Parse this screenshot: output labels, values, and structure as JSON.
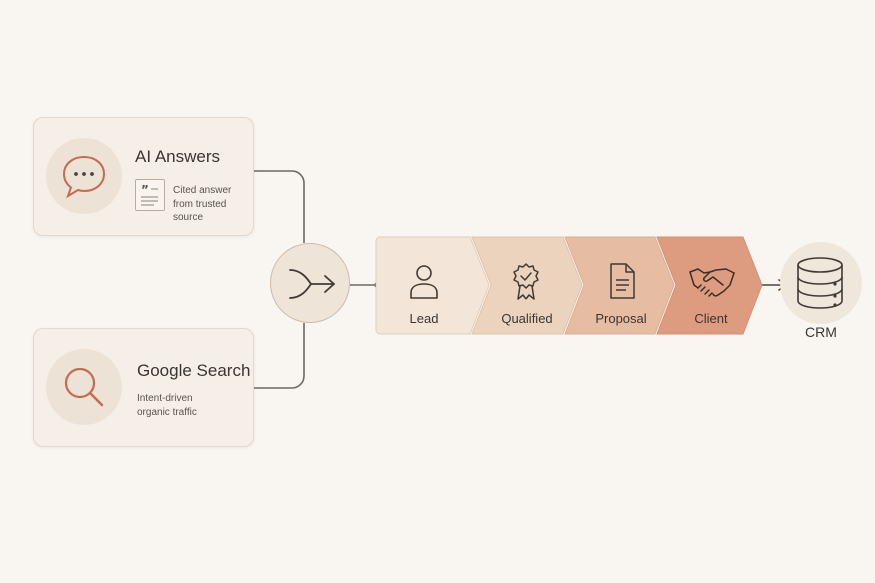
{
  "colors": {
    "background": "#f9f5f0",
    "accent": "#c76b4f",
    "stage_fills": [
      "#f3e6d8",
      "#ecd3bd",
      "#e6bca2",
      "#dd9c80"
    ]
  },
  "sources": [
    {
      "title": "AI Answers",
      "subtitle": "Cited answer from trusted source",
      "icon": "chat-bubble-icon",
      "badge_icon": "quote-icon"
    },
    {
      "title": "Google Search",
      "subtitle": "Intent-driven organic traffic",
      "icon": "search-icon"
    }
  ],
  "merge": {
    "icon": "merge-arrow-icon"
  },
  "pipeline": [
    {
      "label": "Lead",
      "icon": "person-icon"
    },
    {
      "label": "Qualified",
      "icon": "badge-check-icon"
    },
    {
      "label": "Proposal",
      "icon": "document-icon"
    },
    {
      "label": "Client",
      "icon": "handshake-icon"
    }
  ],
  "destination": {
    "label": "CRM",
    "icon": "database-icon"
  }
}
